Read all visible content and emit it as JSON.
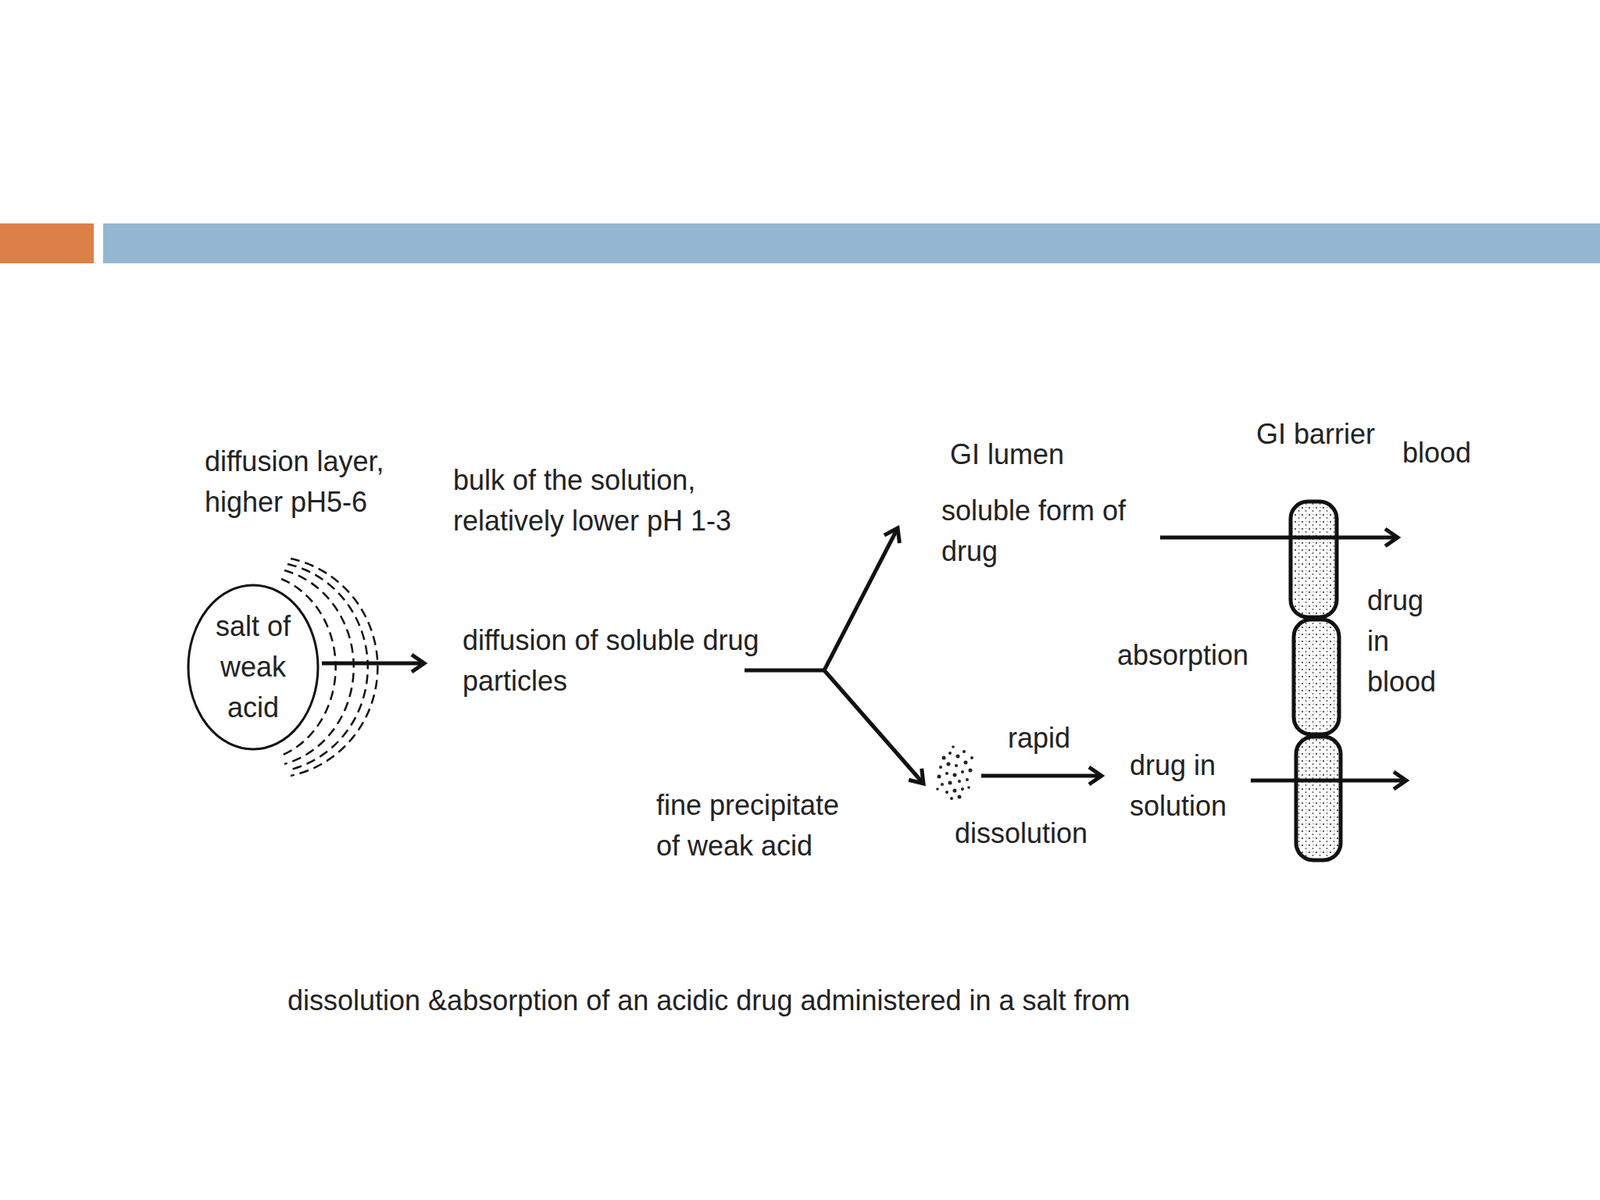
{
  "diagram": {
    "caption": "dissolution &absorption of an acidic drug administered in a salt from",
    "nodes": [
      {
        "text": [
          "salt of weak acid"
        ]
      }
    ],
    "labels": [
      "diffusion layer, higher pH5-6",
      "bulk of the solution, relatively lower pH 1-3",
      "diffusion of soluble drug particles",
      "GI lumen",
      "soluble form of drug",
      "GI barrier",
      "blood",
      "drug in blood",
      "absorption",
      "rapid",
      "dissolution",
      "drug in solution",
      "fine precipitate of weak acid"
    ]
  }
}
